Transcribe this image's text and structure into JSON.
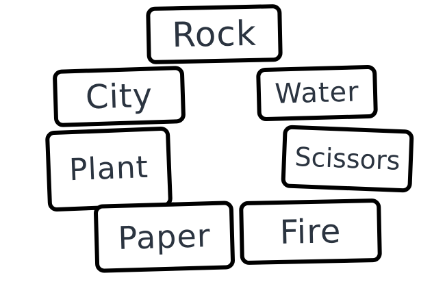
{
  "cards": {
    "rock": "Rock",
    "city": "City",
    "water": "Water",
    "plant": "Plant",
    "scissors": "Scissors",
    "paper": "Paper",
    "fire": "Fire"
  },
  "colors": {
    "background": "#ffffff",
    "card_border": "#000000",
    "text": "#2b3440"
  }
}
